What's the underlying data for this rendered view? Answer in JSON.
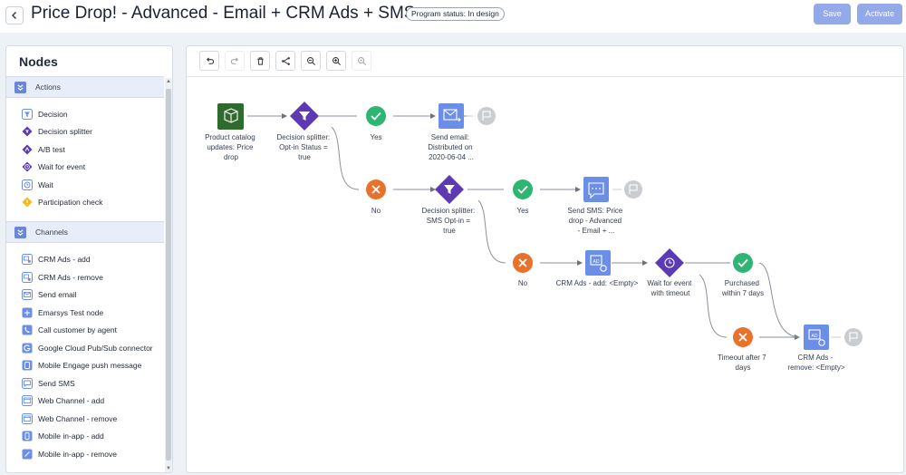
{
  "header": {
    "title": "Price Drop! - Advanced - Email + CRM Ads + SMS",
    "status": "Program status: In design",
    "save_label": "Save",
    "activate_label": "Activate"
  },
  "colors": {
    "accent": "#94a9e8",
    "node_blue": "#6b8ee8",
    "node_purple": "#5b3ab4",
    "node_green_dark": "#2f6b2c",
    "yes_green": "#2fb572",
    "no_orange": "#e8722c",
    "end_grey": "#c9ccd1"
  },
  "nodes_panel": {
    "title": "Nodes",
    "actions": {
      "label": "Actions",
      "items": [
        {
          "label": "Decision",
          "icon": "filter-icon"
        },
        {
          "label": "Decision splitter",
          "icon": "diamond-filter-icon"
        },
        {
          "label": "A/B test",
          "icon": "diamond-ab-icon"
        },
        {
          "label": "Wait for event",
          "icon": "diamond-clock-icon"
        },
        {
          "label": "Wait",
          "icon": "clock-icon"
        },
        {
          "label": "Participation check",
          "icon": "diamond-check-icon"
        }
      ]
    },
    "channels": {
      "label": "Channels",
      "items": [
        {
          "label": "CRM Ads - add",
          "icon": "ads-add-icon"
        },
        {
          "label": "CRM Ads - remove",
          "icon": "ads-remove-icon"
        },
        {
          "label": "Send email",
          "icon": "email-icon"
        },
        {
          "label": "Emarsys Test node",
          "icon": "test-node-icon"
        },
        {
          "label": "Call customer by agent",
          "icon": "phone-icon"
        },
        {
          "label": "Google Cloud Pub/Sub connector",
          "icon": "google-icon"
        },
        {
          "label": "Mobile Engage push message",
          "icon": "push-icon"
        },
        {
          "label": "Send SMS",
          "icon": "sms-icon"
        },
        {
          "label": "Web Channel - add",
          "icon": "web-add-icon"
        },
        {
          "label": "Web Channel - remove",
          "icon": "web-remove-icon"
        },
        {
          "label": "Mobile in-app - add",
          "icon": "mobile-add-icon"
        },
        {
          "label": "Mobile in-app - remove",
          "icon": "mobile-remove-icon"
        }
      ]
    }
  },
  "toolbar": [
    {
      "name": "undo-button",
      "icon": "undo-icon",
      "enabled": true
    },
    {
      "name": "redo-button",
      "icon": "redo-icon",
      "enabled": false
    },
    {
      "name": "delete-button",
      "icon": "trash-icon",
      "enabled": true
    },
    {
      "name": "auto-layout-button",
      "icon": "layout-icon",
      "enabled": true
    },
    {
      "name": "zoom-out-button",
      "icon": "zoom-out-icon",
      "enabled": true
    },
    {
      "name": "zoom-in-button",
      "icon": "zoom-in-icon",
      "enabled": true
    },
    {
      "name": "zoom-reset-button",
      "icon": "zoom-reset-icon",
      "enabled": false
    }
  ],
  "flow": {
    "entry": [
      "Product catalog",
      "updates: Price",
      "drop"
    ],
    "splitter1": [
      "Decision splitter:",
      "Opt-in Status =",
      "true"
    ],
    "yes1": "Yes",
    "email": [
      "Send email:",
      "Distributed on",
      "2020-06-04 ..."
    ],
    "no1": "No",
    "splitter2": [
      "Decision splitter:",
      "SMS Opt-in =",
      "true"
    ],
    "yes2": "Yes",
    "sms": [
      "Send SMS: Price",
      "drop - Advanced",
      "- Email + ..."
    ],
    "no2": "No",
    "ads_add": [
      "CRM Ads - add: <Empty>"
    ],
    "wait_event": [
      "Wait for event",
      "with timeout"
    ],
    "purchased": [
      "Purchased",
      "within 7 days"
    ],
    "timeout": [
      "Timeout after 7",
      "days"
    ],
    "ads_remove": [
      "CRM Ads -",
      "remove: <Empty>"
    ]
  }
}
